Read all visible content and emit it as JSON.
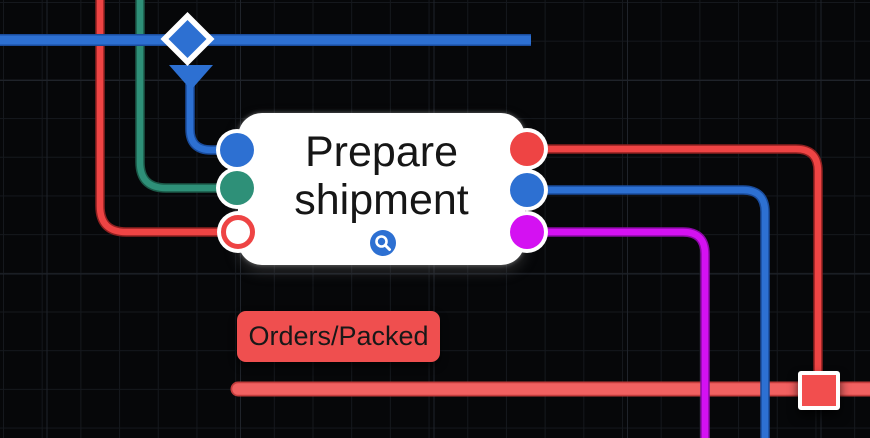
{
  "colors": {
    "bg": "#060709",
    "grid_minor": "#15181d",
    "grid_major": "#1f232a",
    "blue": "#2d70d2",
    "blue_dark": "#1a4c9c",
    "teal": "#2e9078",
    "teal_dark": "#1b5948",
    "red": "#ee4444",
    "red_dark": "#8e2020",
    "magenta": "#d411f2",
    "magenta_dark": "#8c0aa6",
    "salmon": "#f16161",
    "salmon_dark": "#c23c3c",
    "white": "#ffffff",
    "node_text": "#161616",
    "label_bg": "#ef4f4f",
    "square_fill": "#f24e4e"
  },
  "node": {
    "label_line1": "Prepare",
    "label_line2": "shipment",
    "badge_icon": "zoom-icon",
    "input_ports": [
      "blue",
      "teal",
      "open-red"
    ],
    "output_ports": [
      "red",
      "blue",
      "magenta"
    ]
  },
  "gateway": {
    "icon": "diamond-gateway-icon",
    "arrow_icon": "arrow-down-icon"
  },
  "edge_label": {
    "text": "Orders/Packed"
  },
  "stream": {
    "end_icon": "red-square-node"
  }
}
